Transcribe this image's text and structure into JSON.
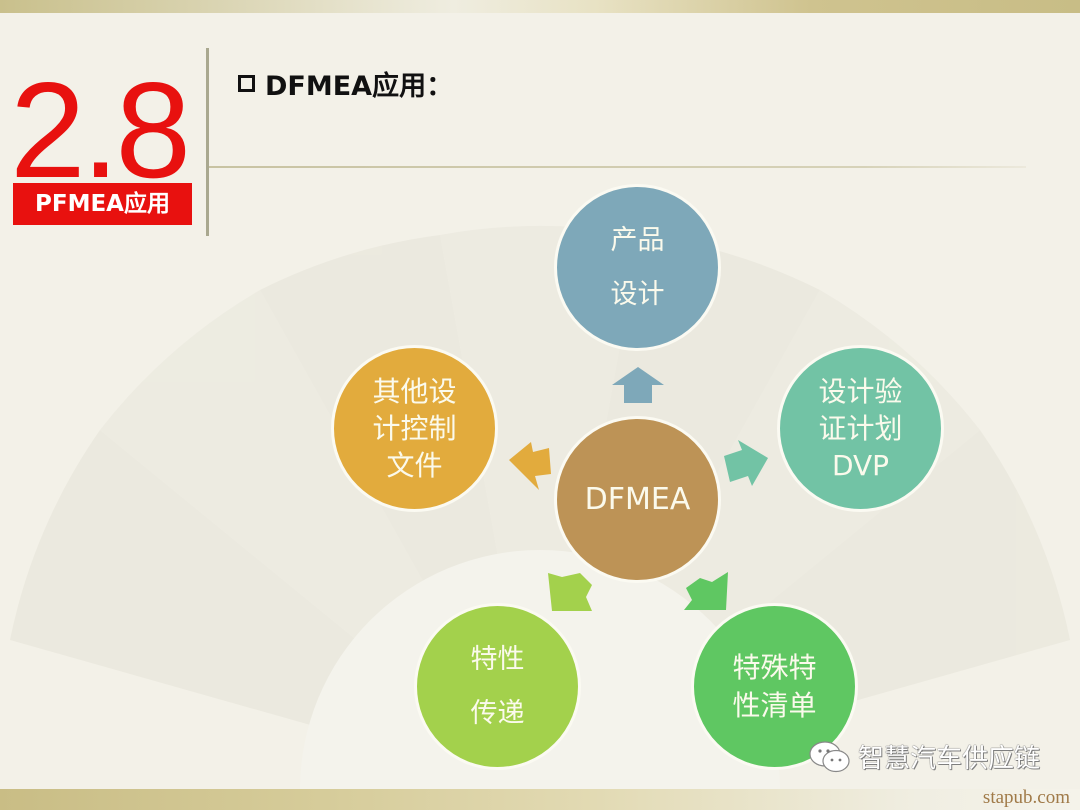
{
  "header": {
    "section_number": "2.8",
    "section_badge": "PFMEA应用",
    "title": "DFMEA应用："
  },
  "diagram": {
    "center": {
      "label": "DFMEA",
      "color": "#bd9356"
    },
    "nodes": [
      {
        "id": "top",
        "label": "产品\n设计",
        "color": "#7ea8b9"
      },
      {
        "id": "right",
        "label": "设计验\n证计划\nDVP",
        "color": "#72c3a5"
      },
      {
        "id": "bottom_right",
        "label": "特殊特\n性清单",
        "color": "#5fc762"
      },
      {
        "id": "bottom_left",
        "label": "特性\n传递",
        "color": "#a3d14c"
      },
      {
        "id": "left",
        "label": "其他设\n计控制\n文件",
        "color": "#e2ab3d"
      }
    ],
    "arrows": [
      {
        "from": "center",
        "to": "top",
        "icon": "arrow-up-icon"
      },
      {
        "from": "center",
        "to": "right",
        "icon": "arrow-right-icon"
      },
      {
        "from": "center",
        "to": "bottom_right",
        "icon": "arrow-down-right-icon"
      },
      {
        "from": "center",
        "to": "bottom_left",
        "icon": "arrow-down-left-icon"
      },
      {
        "from": "center",
        "to": "left",
        "icon": "arrow-left-icon"
      }
    ]
  },
  "footer": {
    "watermark": "智慧汽车供应链",
    "site": "stapub.com"
  },
  "colors": {
    "accent_red": "#e8110f",
    "background": "#f3f1e8"
  }
}
